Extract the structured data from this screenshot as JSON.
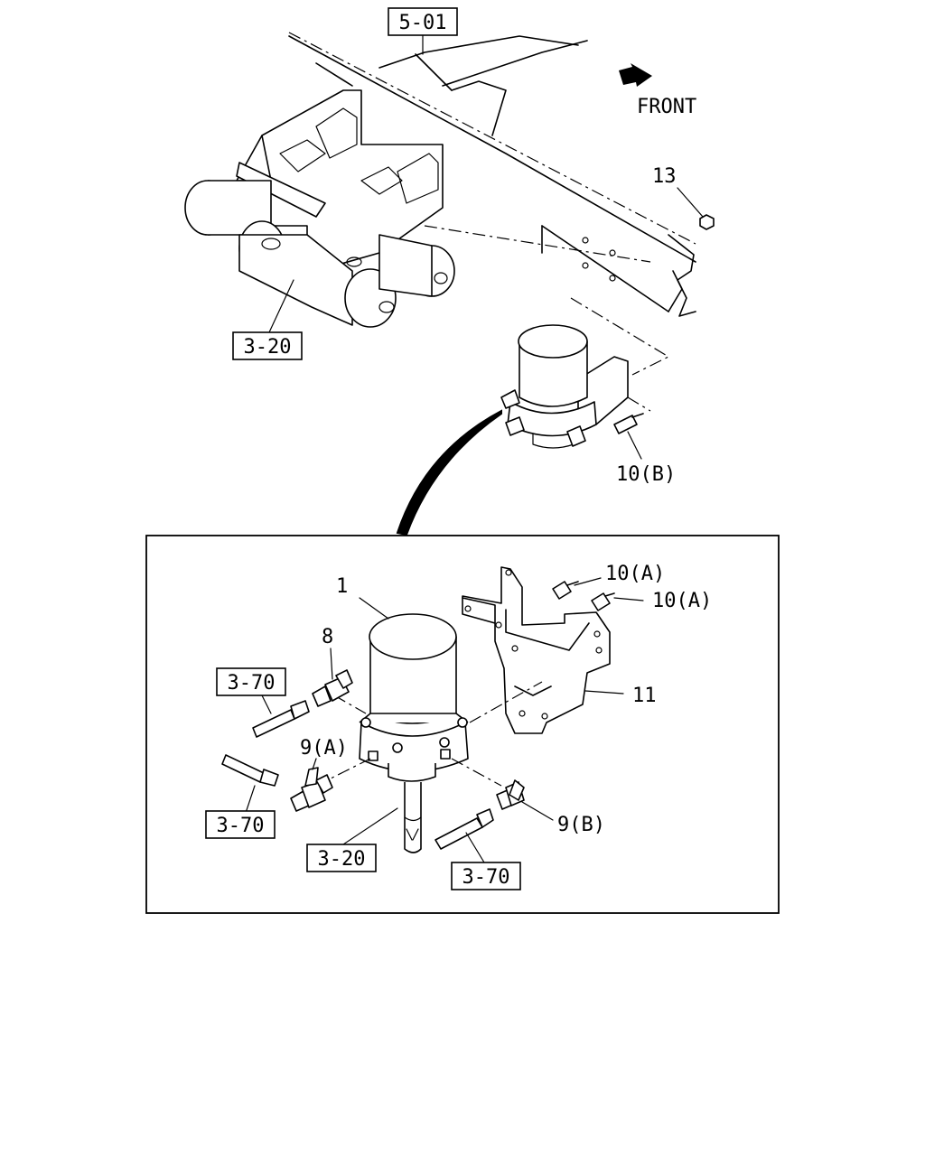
{
  "labels": {
    "ref_501": "5-01",
    "front": "FRONT",
    "part_13": "13",
    "ref_320_top": "3-20",
    "part_10b": "10(B)",
    "part_10a_1": "10(A)",
    "part_10a_2": "10(A)",
    "part_1": "1",
    "part_8": "8",
    "part_11": "11",
    "ref_370_a": "3-70",
    "part_9a": "9(A)",
    "ref_370_b": "3-70",
    "ref_320_bottom": "3-20",
    "part_9b": "9(B)",
    "ref_370_c": "3-70"
  },
  "colors": {
    "line": "#000000",
    "background": "#ffffff"
  },
  "icons": {
    "front_arrow": "arrow-right-icon"
  }
}
